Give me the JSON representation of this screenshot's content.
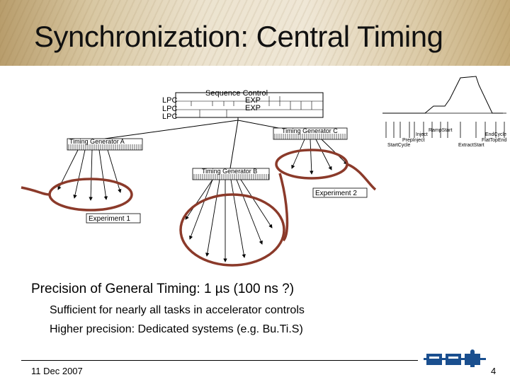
{
  "title": "Synchronization: Central Timing",
  "diagram": {
    "sequence_control": "Sequence Control",
    "lpc_labels": [
      "LPC",
      "LPC",
      "LPC"
    ],
    "exp_labels": [
      "EXP",
      "EXP"
    ],
    "generators": [
      "Timing Generator A",
      "Timing Generator B",
      "Timing Generator C"
    ],
    "experiments": [
      "Experiment 1",
      "Experiment 2"
    ],
    "timing_events": [
      "RampStart",
      "Inject",
      "PrepInject",
      "StartCycle",
      "EndCycle",
      "FlatTopEnd",
      "ExtractStart"
    ]
  },
  "body": {
    "precision_prefix": "Precision of General Timing: ",
    "precision_value": "1 µs (100 ns ?)",
    "bullet1": "Sufficient for nearly all tasks in accelerator controls",
    "bullet2": "Higher precision: Dedicated systems (e.g. Bu.Ti.S)"
  },
  "footer": {
    "date": "11 Dec 2007",
    "page": "4"
  },
  "colors": {
    "loop": "#8b3a2a",
    "accent": "#1a4f8f"
  }
}
